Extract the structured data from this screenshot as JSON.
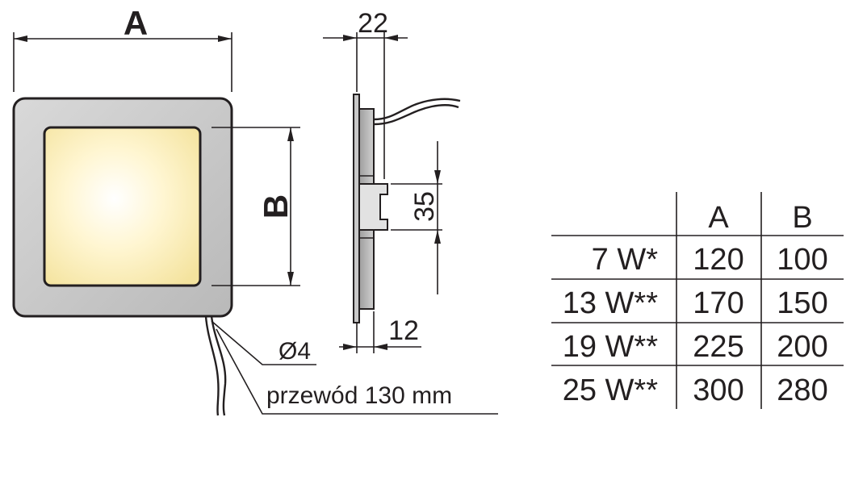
{
  "drawing": {
    "front_view": {
      "dim_a_label": "A",
      "dim_b_label": "B"
    },
    "side_view": {
      "dim_depth": "22",
      "dim_clip": "35",
      "dim_plate": "12"
    },
    "cable": {
      "diameter_label": "Ø4",
      "cable_label": "przewód 130 mm"
    }
  },
  "table": {
    "headers": [
      "",
      "A",
      "B"
    ],
    "rows": [
      [
        "7 W*",
        "120",
        "100"
      ],
      [
        "13 W**",
        "170",
        "150"
      ],
      [
        "19 W**",
        "225",
        "200"
      ],
      [
        "25 W**",
        "300",
        "280"
      ]
    ]
  }
}
